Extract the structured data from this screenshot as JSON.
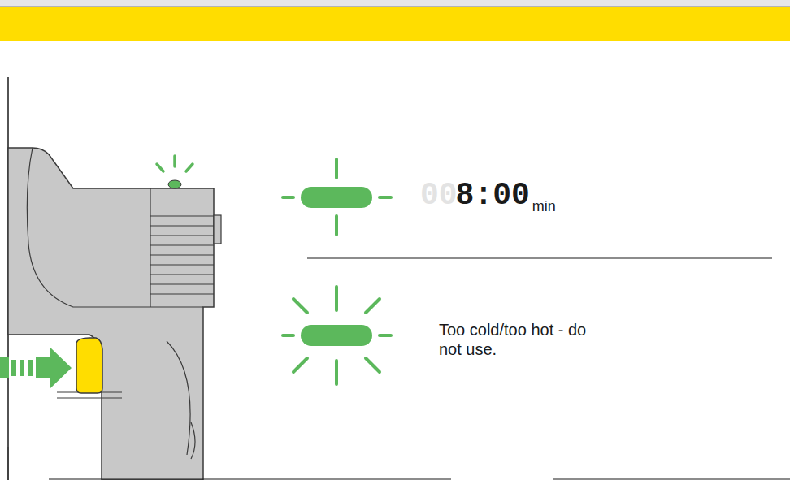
{
  "diagram": {
    "labels": [
      "00",
      "8:00",
      "min",
      "Too cold/too hot - do not use."
    ]
  }
}
